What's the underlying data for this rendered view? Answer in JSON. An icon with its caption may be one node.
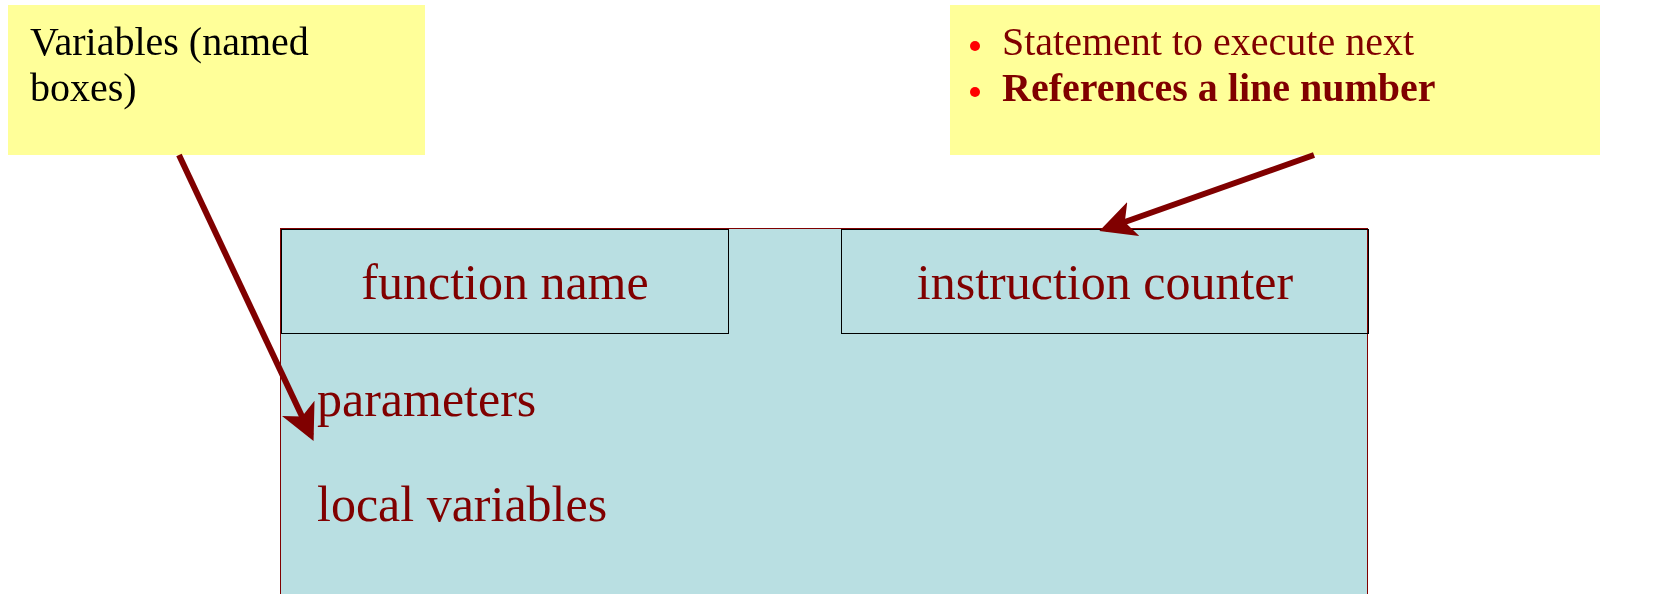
{
  "diagram": {
    "nodes": [
      {
        "text": [
          "Variables (named boxes)"
        ]
      },
      {
        "text": [
          "Statement to execute next",
          "**References a line number**"
        ]
      },
      {
        "text": [],
        "shape": "box"
      },
      {
        "text": [
          "function name"
        ],
        "in": 2
      },
      {
        "text": [
          "instruction counter"
        ],
        "in": 2
      },
      {
        "text": [
          "parameters"
        ],
        "in": 2
      }
    ],
    "edges": [
      {
        "from": 0,
        "to": 5,
        "arrow": "to",
        "color": "#800000"
      },
      {
        "from": 1,
        "to": 4,
        "arrow": "to",
        "color": "#800000"
      }
    ],
    "labels": [
      "local variables"
    ]
  }
}
